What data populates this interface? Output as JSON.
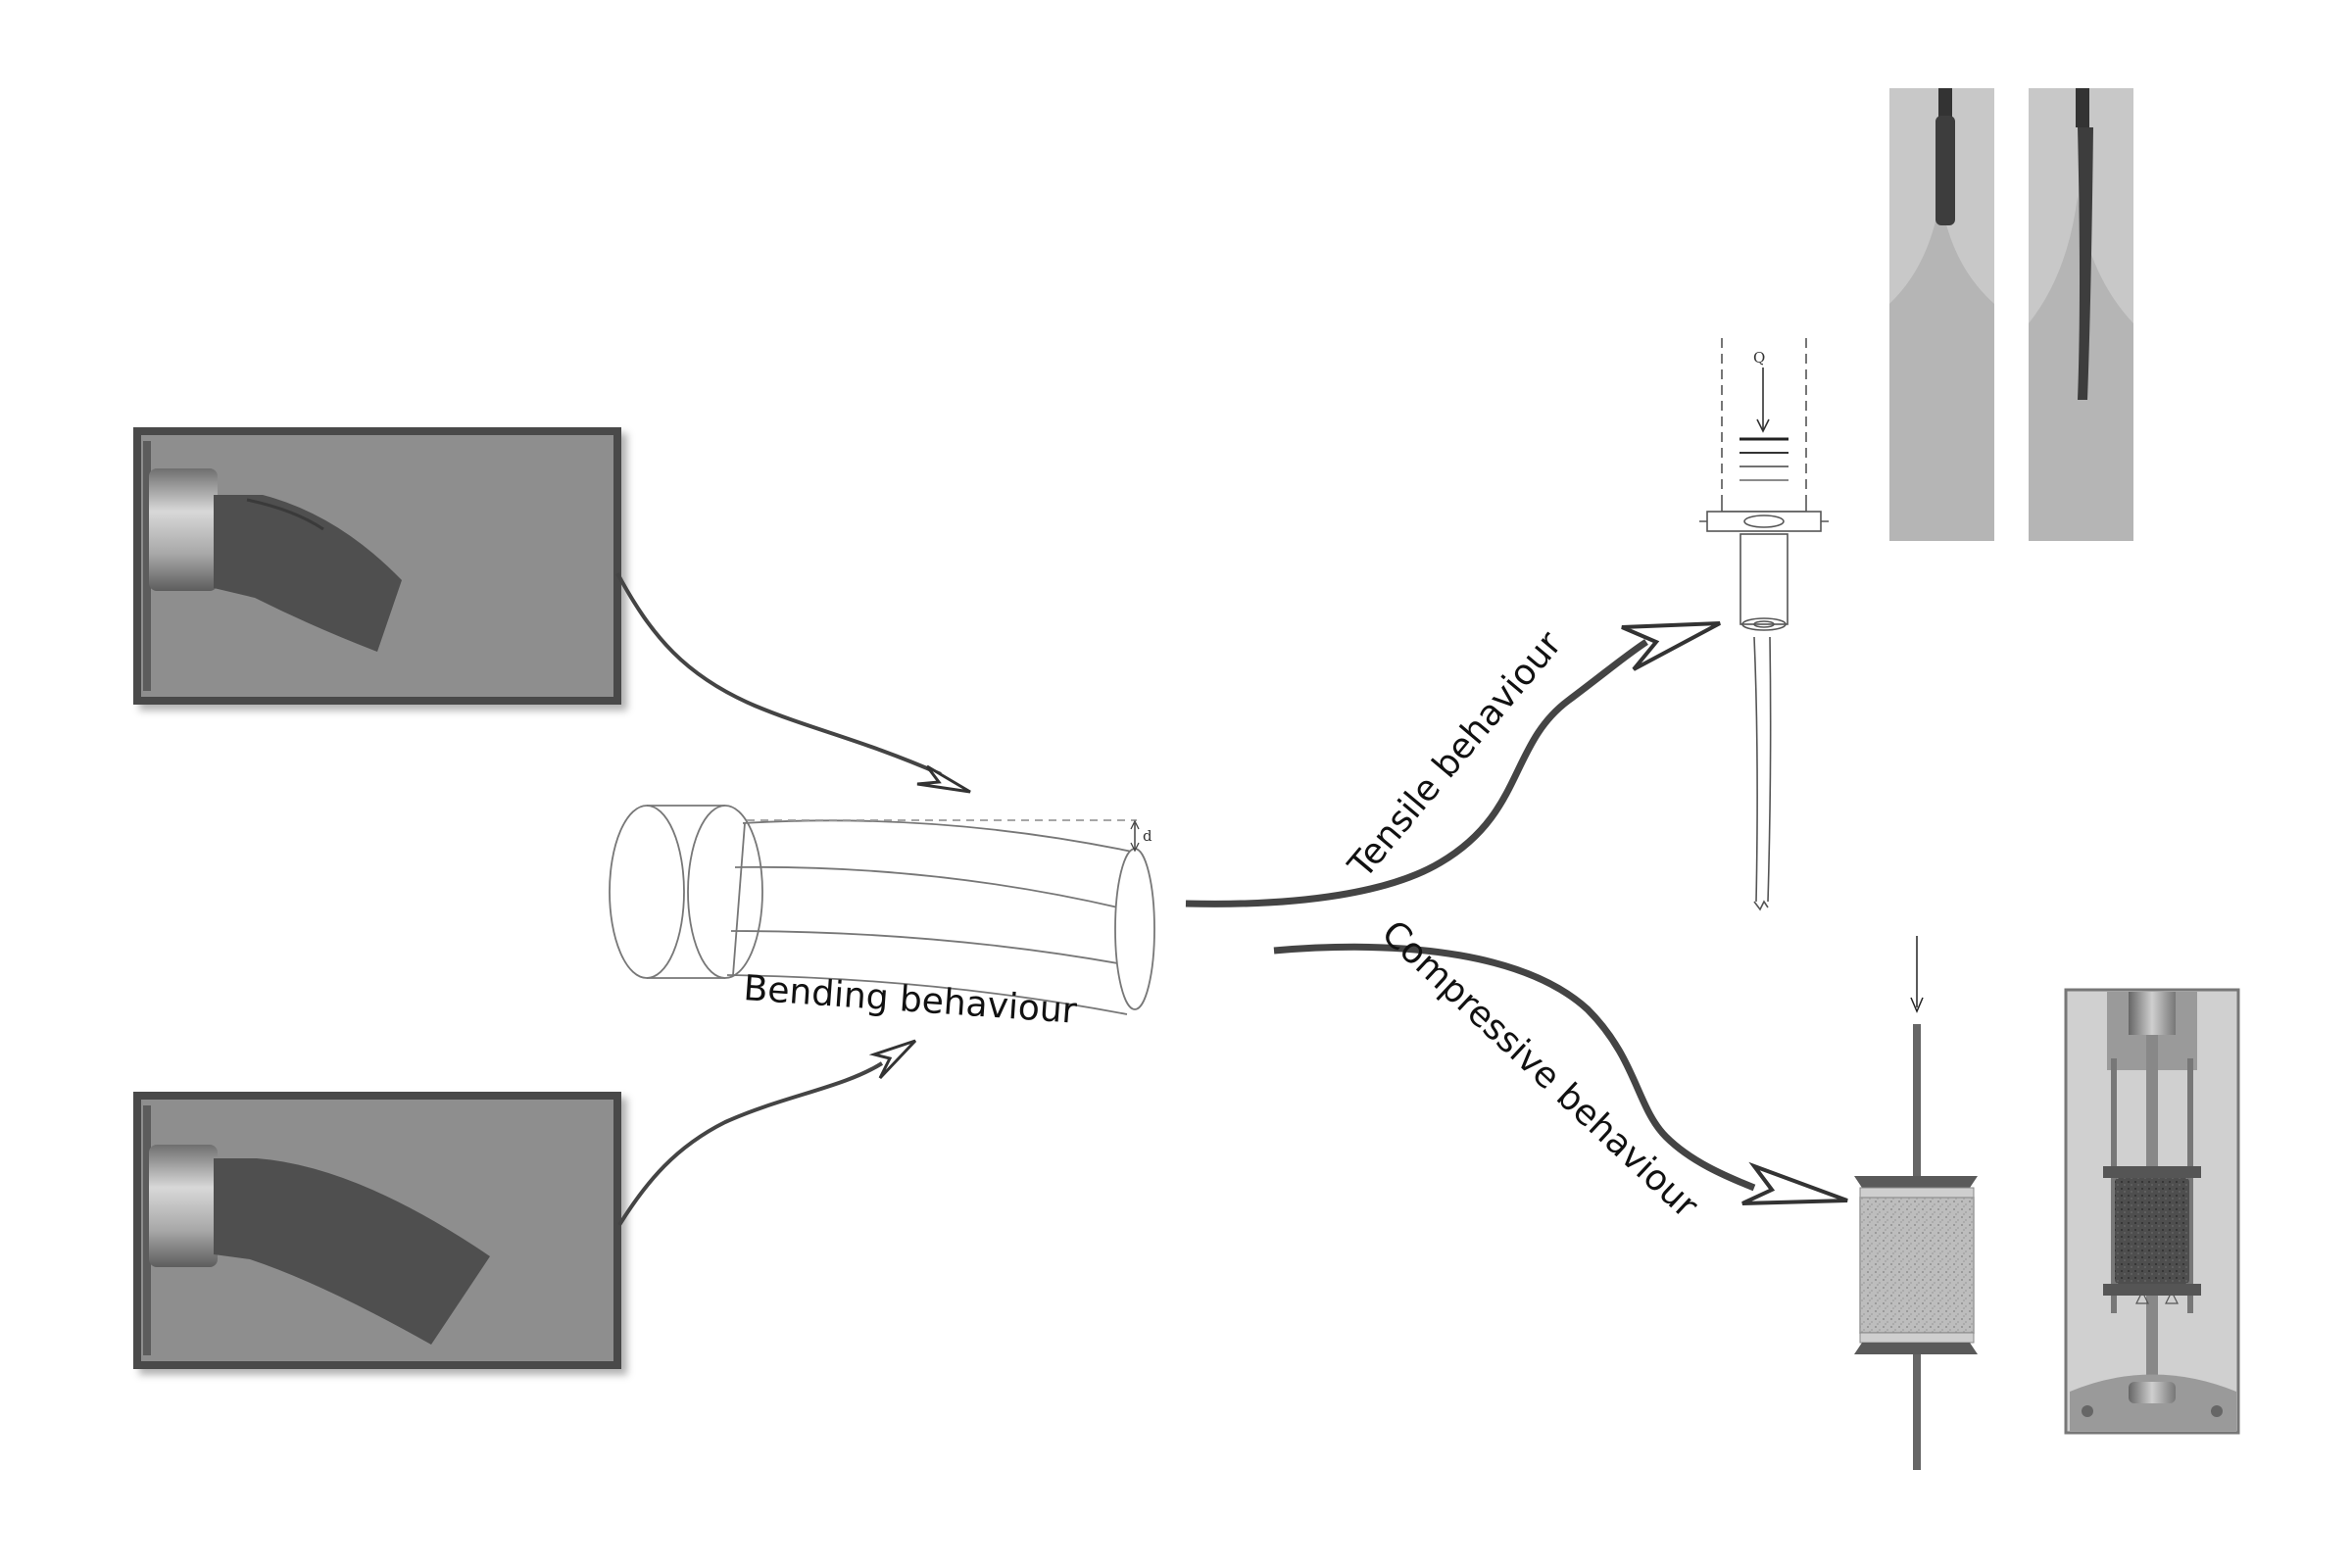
{
  "labels": {
    "bending": "Bending behaviour",
    "tensile": "Tensile behaviour",
    "compressive": "Compressive behaviour",
    "deflection_symbol": "d",
    "load_symbol": "Q"
  },
  "colors": {
    "photo_frame": "#4a4a4a",
    "photo_bg": "#8d8d8d",
    "sample": "#4f4f4f",
    "arrow": "#444444",
    "line_art": "#666666"
  },
  "icons": {
    "bending_photos": "bent-sample-photo",
    "cylinder": "cantilever-cylinder",
    "tensile_rig": "extrusion-tensile-rig",
    "compression_rig": "compression-rig"
  }
}
